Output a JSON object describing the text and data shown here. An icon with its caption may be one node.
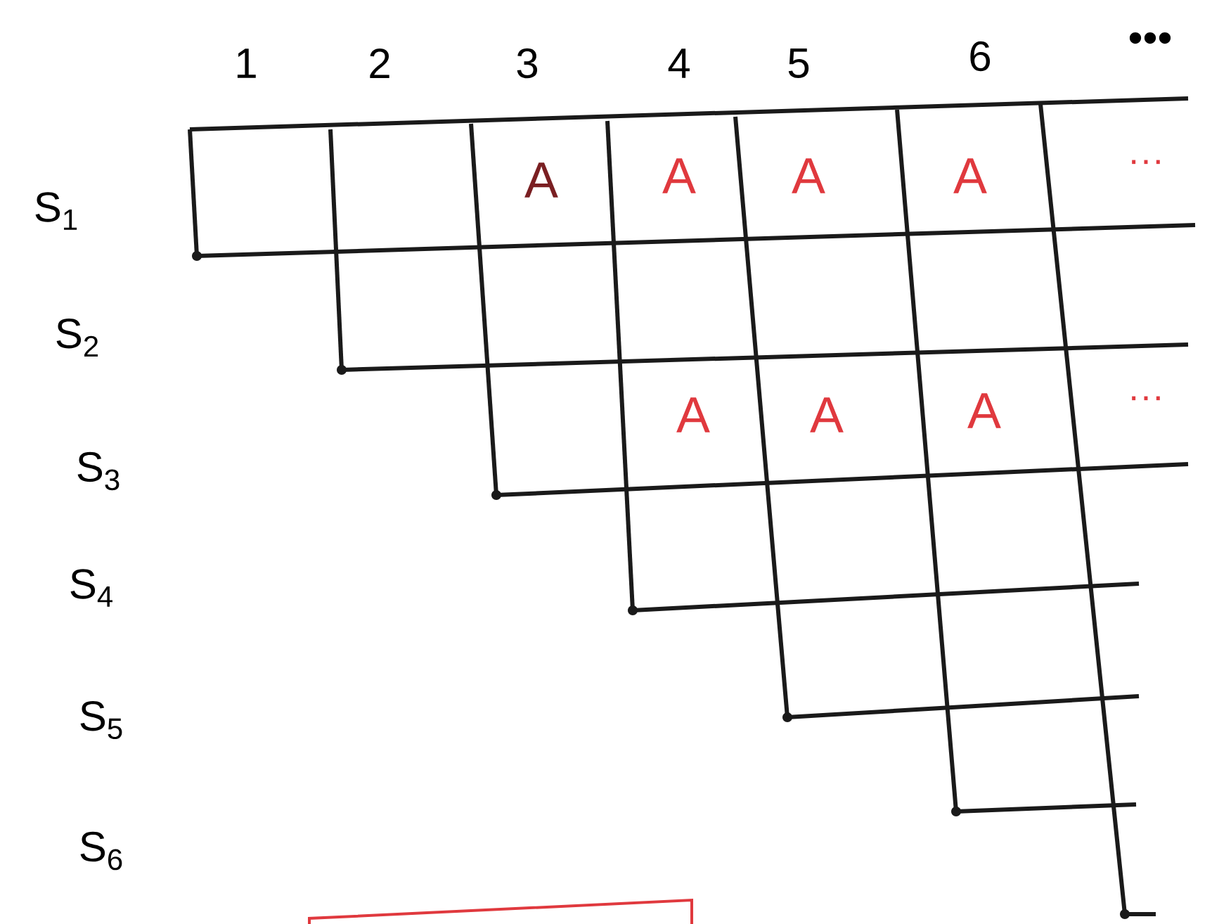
{
  "diagram": {
    "labels": [
      "1",
      "2",
      "3",
      "4",
      "5",
      "6",
      "•••",
      "S$_{1}$",
      "A",
      "A",
      "A",
      "A",
      "···",
      "S$_{2}$",
      "S$_{3}$",
      "A",
      "A",
      "A",
      "···",
      "S$_{4}$",
      "S$_{5}$",
      "S$_{6}$"
    ]
  }
}
